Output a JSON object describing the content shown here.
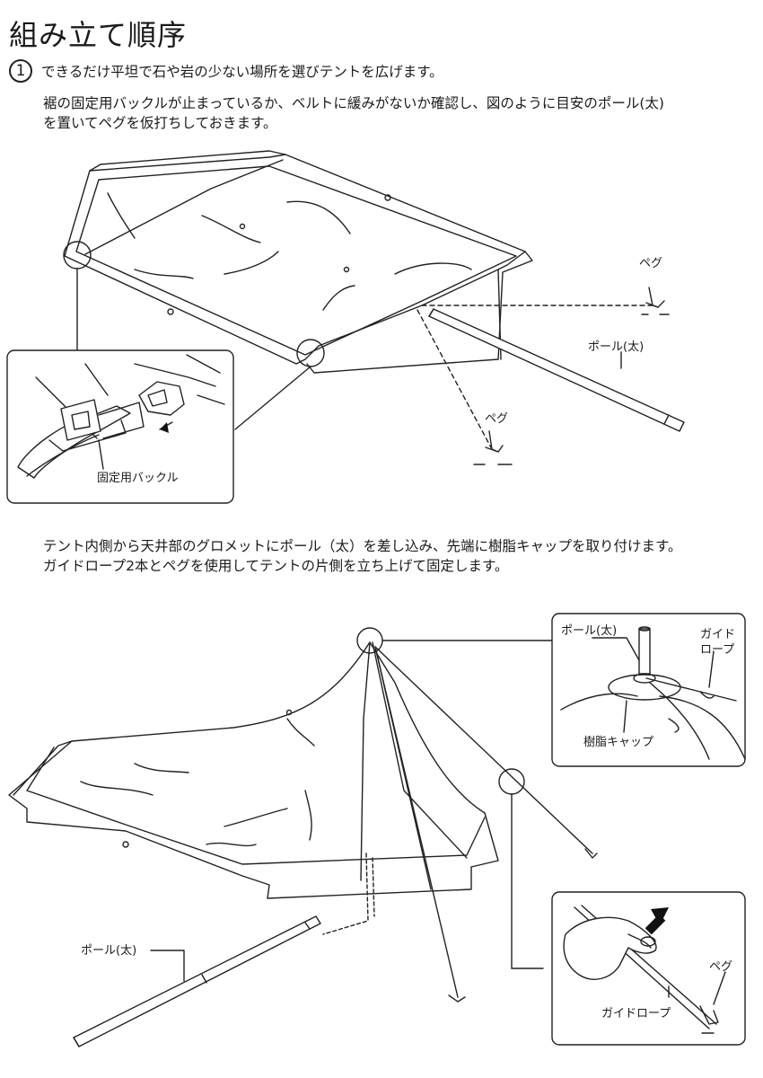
{
  "page": {
    "title": "組み立て順序"
  },
  "step1": {
    "number": "1",
    "heading": "できるだけ平坦で石や岩の少ない場所を選びテントを広げます。",
    "line1": "裾の固定用バックルが止まっているか、ベルトに緩みがないか確認し、図のように目安のポール(太)",
    "line2": "を置いてペグを仮打ちしておきます。"
  },
  "figure1": {
    "peg_label_1": "ペグ",
    "peg_label_2": "ペグ",
    "pole_label": "ポール(太)",
    "buckle_label": "固定用バックル"
  },
  "step2": {
    "line1": "テント内側から天井部のグロメットにポール（太）を差し込み、先端に樹脂キャップを取り付けます。",
    "line2": "ガイドロープ2本とペグを使用してテントの片側を立ち上げて固定します。"
  },
  "figure2": {
    "pole_label": "ポール(太)",
    "detail_pole_label": "ポール(太)",
    "guide_rope_label_1": "ガイド",
    "guide_rope_label_2": "ロープ",
    "cap_label": "樹脂キャップ",
    "peg_label": "ペグ",
    "guide_rope_bottom_label": "ガイドロープ"
  }
}
